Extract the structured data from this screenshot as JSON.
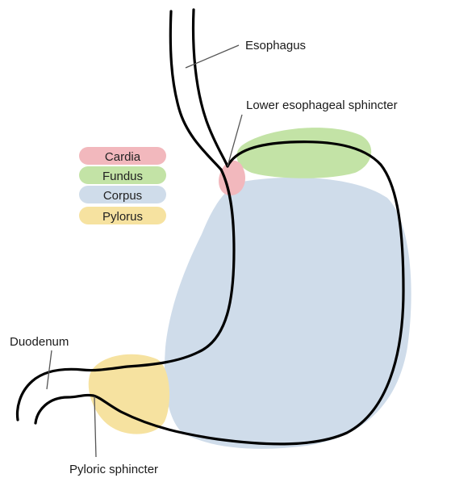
{
  "labels": {
    "esophagus": "Esophagus",
    "lower_esophageal_sphincter": "Lower esophageal sphincter",
    "duodenum": "Duodenum",
    "pyloric_sphincter": "Pyloric sphincter"
  },
  "legend": [
    {
      "label": "Cardia",
      "color": "#f2b8bd"
    },
    {
      "label": "Fundus",
      "color": "#c3e3a6"
    },
    {
      "label": "Corpus",
      "color": "#cfdcea"
    },
    {
      "label": "Pylorus",
      "color": "#f6e2a0"
    }
  ],
  "region_colors": {
    "cardia": "#f2b8bd",
    "fundus": "#c3e3a6",
    "corpus": "#cfdcea",
    "pylorus": "#f6e2a0"
  }
}
